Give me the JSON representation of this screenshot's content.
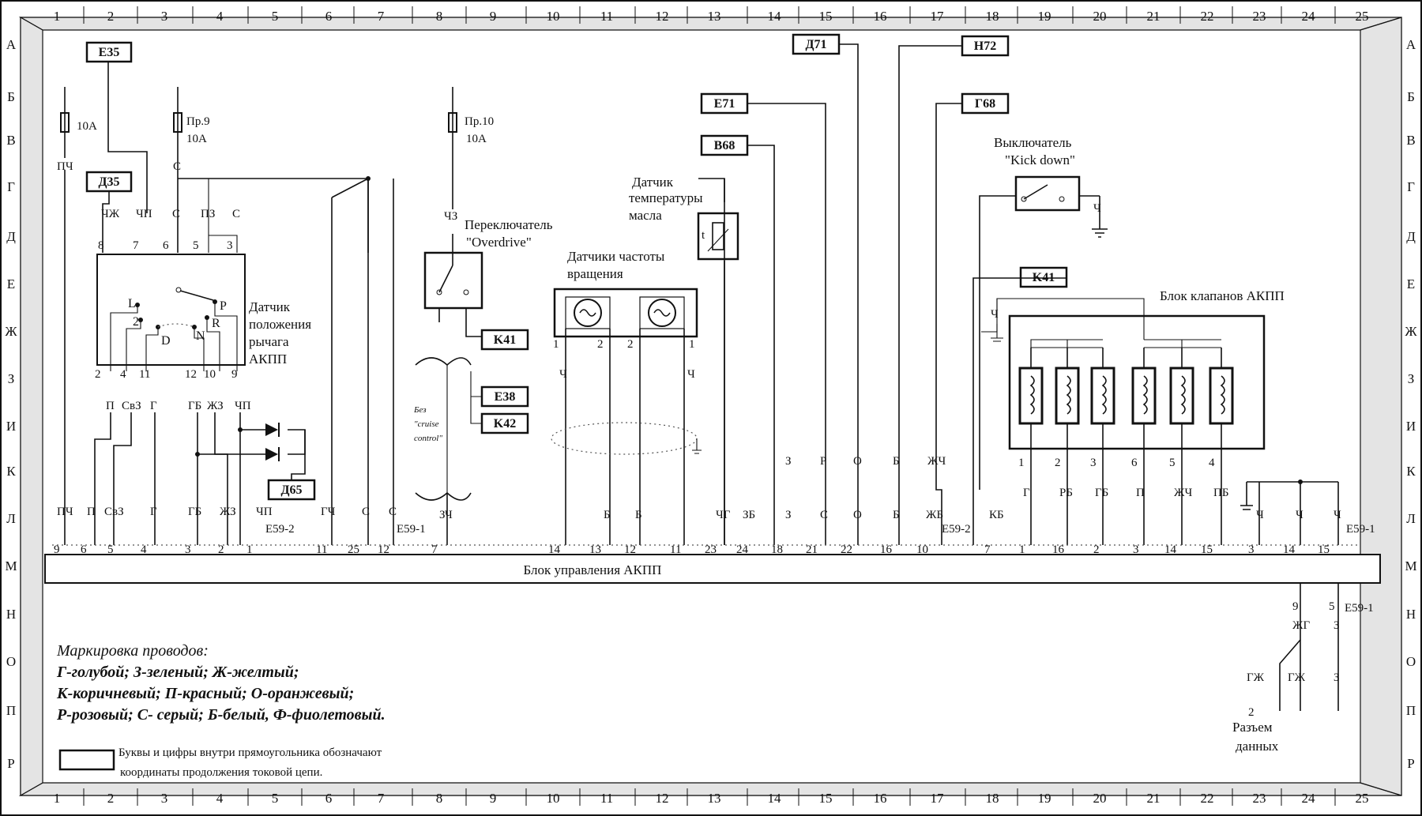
{
  "columns": [
    "1",
    "2",
    "3",
    "4",
    "5",
    "6",
    "7",
    "8",
    "9",
    "10",
    "11",
    "12",
    "13",
    "14",
    "15",
    "16",
    "17",
    "18",
    "19",
    "20",
    "21",
    "22",
    "23",
    "24",
    "25"
  ],
  "rows": [
    "А",
    "Б",
    "В",
    "Г",
    "Д",
    "Е",
    "Ж",
    "З",
    "И",
    "К",
    "Л",
    "М",
    "Н",
    "О",
    "П",
    "Р"
  ],
  "refs": {
    "e35": "E35",
    "d35": "Д35",
    "d71": "Д71",
    "n72": "Н72",
    "e71": "E71",
    "v68": "B68",
    "g68": "Г68",
    "k41a": "K41",
    "k41b": "K41",
    "e38": "E38",
    "k42": "K42",
    "d65": "Д65"
  },
  "fuses": {
    "f1": {
      "rating": "10A"
    },
    "f2": {
      "name": "Пр.9",
      "rating": "10A"
    },
    "f3": {
      "name": "Пр.10",
      "rating": "10A"
    }
  },
  "components": {
    "lever_sensor": [
      "Датчик",
      "положения",
      "рычага",
      "АКПП"
    ],
    "overdrive": [
      "Переключатель",
      "\"Overdrive\""
    ],
    "speed_sensors": [
      "Датчики частоты",
      "вращения"
    ],
    "oil_temp": [
      "Датчик",
      "температуры",
      "масла"
    ],
    "kickdown": [
      "Выключатель",
      "\"Kick down\""
    ],
    "valve_block": "Блок клапанов АКПП",
    "control_unit": "Блок управления АКПП",
    "no_cruise": [
      "Без",
      "\"cruise",
      "control\""
    ],
    "data_connector": [
      "Разъем",
      "данных"
    ],
    "sensor_t": "t"
  },
  "lever_positions": [
    "L",
    "2",
    "D",
    "N",
    "R",
    "P"
  ],
  "connectors": {
    "e59_1": "E59-1",
    "e59_2": "E59-2"
  },
  "legend": {
    "title": "Маркировка проводов:",
    "line1": "Г-голубой; З-зеленый; Ж-желтый;",
    "line2": "К-коричневый; П-красный; О-оранжевый;",
    "line3": "Р-розовый; С- серый; Б-белый, Ф-фиолетовый.",
    "box_note1": "Буквы и цифры внутри прямоугольника обозначают",
    "box_note2": "координаты продолжения токовой цепи."
  },
  "wires": {
    "pch": "ПЧ",
    "s_fuse": "С",
    "chz": "ЧЗ",
    "chzh": "ЧЖ",
    "chp": "ЧП",
    "s": "С",
    "pz": "ПЗ",
    "p": "П",
    "svz": "СвЗ",
    "g": "Г",
    "gb": "ГБ",
    "zhz": "ЖЗ",
    "gch": "ГЧ",
    "zch": "ЗЧ",
    "ch": "Ч",
    "b": "Б",
    "chg": "ЧГ",
    "zb": "ЗБ",
    "z": "З",
    "r": "Р",
    "o": "О",
    "zhch": "ЖЧ",
    "zhb": "ЖБ",
    "kb": "КБ",
    "rb": "РБ",
    "pb": "ПБ",
    "zhg": "ЖГ",
    "gzh": "ГЖ"
  },
  "pins": {
    "lever_top": [
      "8",
      "7",
      "6",
      "5",
      "3"
    ],
    "lever_bottom": [
      "2",
      "4",
      "11",
      "12",
      "10",
      "9"
    ],
    "ecu_left": [
      "9",
      "6",
      "5",
      "4",
      "3",
      "2",
      "1",
      "11",
      "25",
      "12",
      "7"
    ],
    "ecu_right": [
      "14",
      "13",
      "12",
      "11",
      "23",
      "24",
      "18",
      "21",
      "22",
      "16",
      "10",
      "7",
      "1",
      "16",
      "2",
      "3",
      "14",
      "15",
      "3",
      "14",
      "15"
    ],
    "speed": [
      "1",
      "2",
      "2",
      "1"
    ],
    "valves": [
      "1",
      "2",
      "3",
      "6",
      "5",
      "4"
    ],
    "bottom": [
      "9",
      "5",
      "2"
    ]
  }
}
